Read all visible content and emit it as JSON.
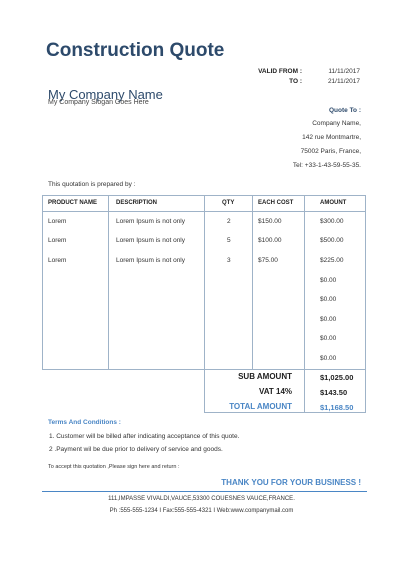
{
  "header": {
    "title": "Construction Quote",
    "company_name": "My Company Name",
    "slogan": "My Company Slogan Goes Here",
    "valid_from_label": "VALID FROM :",
    "valid_from_value": "11/11/2017",
    "to_label": "TO :",
    "to_value": "21/11/2017"
  },
  "quote_to": {
    "label": "Quote To :",
    "lines": [
      "Company Name,",
      "142 rue Montmartre,",
      "75002 Paris, France,",
      "Tel: +33-1-43-59-55-35."
    ]
  },
  "prepared_by": "This quotation is prepared by :",
  "table": {
    "headers": [
      "PRODUCT NAME",
      "DESCRIPTION",
      "QTY",
      "EACH COST",
      "AMOUNT"
    ],
    "rows": [
      [
        "Lorem",
        "Lorem Ipsum is not only",
        "2",
        "$150.00",
        "$300.00"
      ],
      [
        "Lorem",
        "Lorem Ipsum is not only",
        "5",
        "$100.00",
        "$500.00"
      ],
      [
        "Lorem",
        "Lorem Ipsum is not only",
        "3",
        "$75.00",
        "$225.00"
      ],
      [
        "",
        "",
        "",
        "",
        "$0.00"
      ],
      [
        "",
        "",
        "",
        "",
        "$0.00"
      ],
      [
        "",
        "",
        "",
        "",
        "$0.00"
      ],
      [
        "",
        "",
        "",
        "",
        "$0.00"
      ],
      [
        "",
        "",
        "",
        "",
        "$0.00"
      ]
    ]
  },
  "totals": {
    "sub_label": "SUB AMOUNT",
    "sub_value": "$1,025.00",
    "vat_label": "VAT 14%",
    "vat_value": "$143.50",
    "total_label": "TOTAL AMOUNT",
    "total_value": "$1,168.50"
  },
  "terms": {
    "title": "Terms And Conditions :",
    "items": [
      "1. Customer will be billed after indicating acceptance of this quote.",
      "2 .Payment wil be due prior to delivery of service and goods."
    ],
    "accept": "To accept this quotation ,Please sign here and return :"
  },
  "footer": {
    "thanks": "THANK YOU FOR YOUR BUSINESS !",
    "address": "111,IMPASSE VIVALDI,VAUCE,53300 COUESNES VAUCE,FRANCE.",
    "contact": "Ph :555-555-1234   I   Fax:555-555-4321   I   Web:www.companymail.com"
  },
  "colors": {
    "accent": "#4a86c5",
    "title": "#2d4a6b",
    "border": "#9fb3c8"
  }
}
